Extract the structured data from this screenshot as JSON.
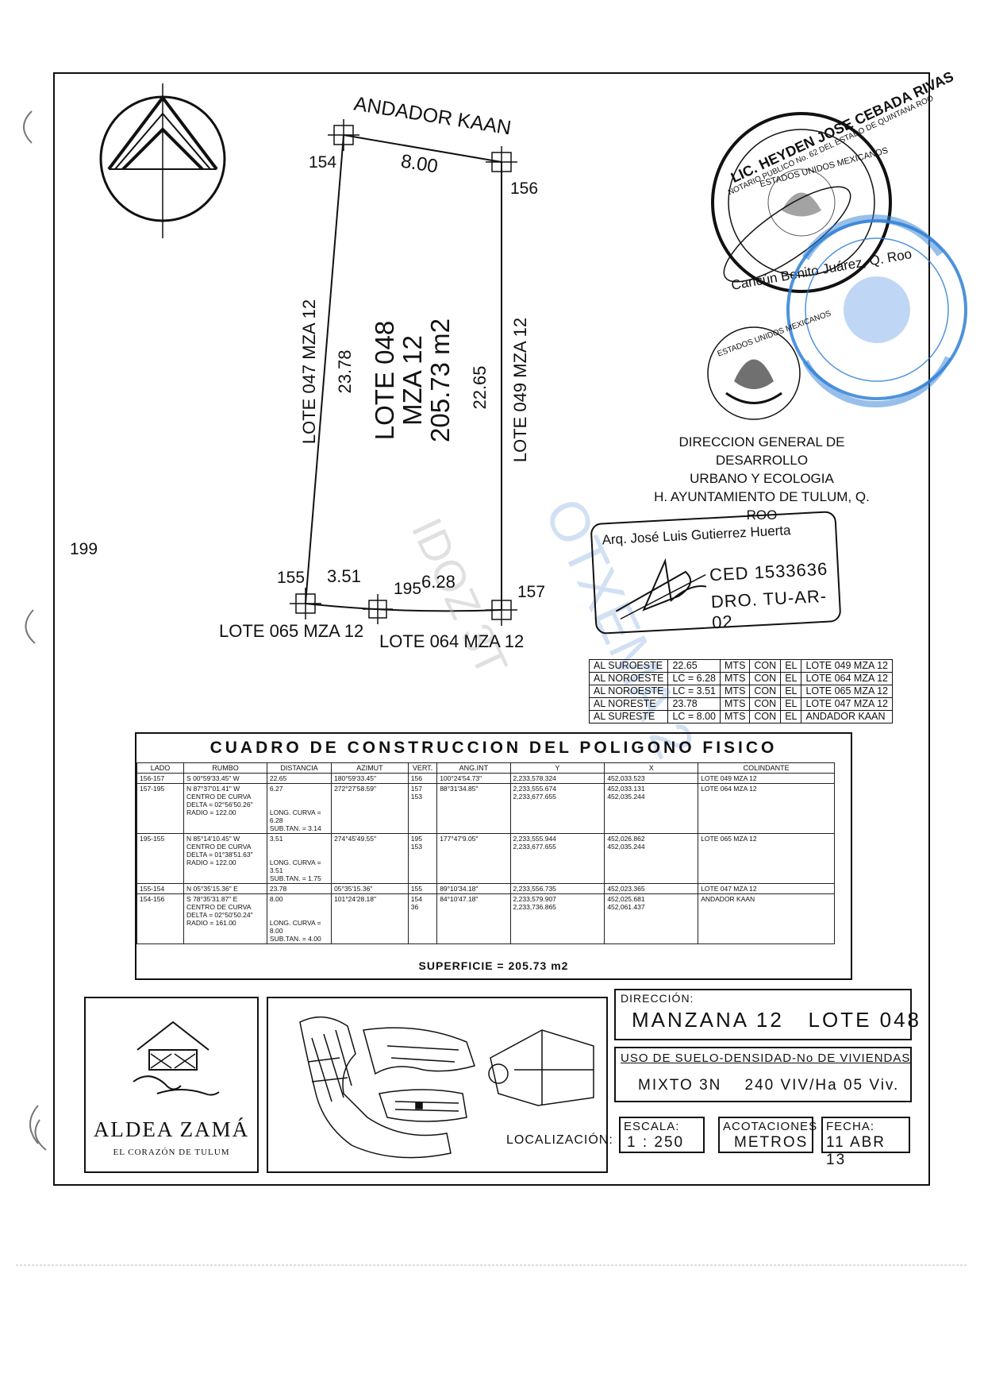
{
  "page_number": "199",
  "plan": {
    "north_road": "ANDADOR KAAN",
    "north_distance": "8.00",
    "points": {
      "p154": "154",
      "p156": "156",
      "p155": "155",
      "p157": "157",
      "p195": "195"
    },
    "west_label": "LOTE 047 MZA 12",
    "west_distance": "23.78",
    "east_label": "LOTE 049 MZA 12",
    "east_distance": "22.65",
    "south_dist_a": "3.51",
    "south_dist_b": "6.28",
    "south_lote_a": "LOTE 065 MZA 12",
    "south_lote_b": "LOTE 064 MZA 12",
    "lot_line1": "LOTE 048",
    "lot_line2": "MZA 12",
    "lot_line3": "205.73 m2"
  },
  "notary_stamp": {
    "name": "LIC. HEYDEN JOSE CEBADA RIVAS",
    "line2": "NOTARIO PUBLICO No. 62 DEL ESTADO DE QUINTANA ROO",
    "line3": "ESTADOS UNIDOS MEXICANOS",
    "city": "Cancún Benito Juárez, Q. Roo"
  },
  "municipal_stamp": {
    "arc": "ESTADOS UNIDOS MEXICANOS"
  },
  "direction": {
    "line1": "DIRECCION GENERAL DE DESARROLLO",
    "line2": "URBANO Y ECOLOGIA",
    "line3": "H. AYUNTAMIENTO DE TULUM, Q. ROO"
  },
  "architect": {
    "name": "Arq. José Luis Gutierrez Huerta",
    "ced": "CED 1533636",
    "dro": "DRO. TU-AR-02"
  },
  "boundaries": [
    [
      "AL SUROESTE",
      "22.65",
      "MTS",
      "CON",
      "EL",
      "LOTE 049 MZA 12"
    ],
    [
      "AL NOROESTE",
      "LC = 6.28",
      "MTS",
      "CON",
      "EL",
      "LOTE 064 MZA 12"
    ],
    [
      "AL NOROESTE",
      "LC = 3.51",
      "MTS",
      "CON",
      "EL",
      "LOTE 065 MZA 12"
    ],
    [
      "AL NORESTE",
      "23.78",
      "MTS",
      "CON",
      "EL",
      "LOTE 047 MZA 12"
    ],
    [
      "AL SURESTE",
      "LC = 8.00",
      "MTS",
      "CON",
      "EL",
      "ANDADOR KAAN"
    ]
  ],
  "construction_table": {
    "title": "CUADRO DE CONSTRUCCION DEL POLIGONO FISICO",
    "headers": [
      "LADO",
      "RUMBO",
      "DISTANCIA",
      "AZIMUT",
      "VERT.",
      "ANG.INT",
      "Y",
      "X",
      "COLINDANTE"
    ],
    "rows": [
      [
        "156-157",
        "S 00°59'33.45\" W",
        "22.65",
        "180°59'33.45\"",
        "156",
        "100°24'54.73\"",
        "2,233,578.324",
        "452,033.523",
        "LOTE 049 MZA 12"
      ],
      [
        "157-195",
        "N 87°37'01.41\" W\nCENTRO DE CURVA\nDELTA = 02°56'50.26\"\nRADIO = 122.00",
        "6.27\n\n\nLONG. CURVA = 6.28\nSUB.TAN. = 3.14",
        "272°27'58.59\"",
        "157\n153",
        "88°31'34.85\"",
        "2,233,555.674\n2,233,677.655",
        "452,033.131\n452,035.244",
        "LOTE 064 MZA 12"
      ],
      [
        "195-155",
        "N 85°14'10.45\" W\nCENTRO DE CURVA\nDELTA = 01°38'51.63\"\nRADIO = 122.00",
        "3.51\n\n\nLONG. CURVA = 3.51\nSUB.TAN. = 1.75",
        "274°45'49.55\"",
        "195\n153",
        "177°47'9.05\"",
        "2,233,555.944\n2,233,677.655",
        "452,026.862\n452,035.244",
        "LOTE 065 MZA 12"
      ],
      [
        "155-154",
        "N 05°35'15.36\" E",
        "23.78",
        "05°35'15.36\"",
        "155",
        "89°10'34.18\"",
        "2,233,556.735",
        "452,023.365",
        "LOTE 047 MZA 12"
      ],
      [
        "154-156",
        "S 78°35'31.87\" E\nCENTRO DE CURVA\nDELTA = 02°50'50.24\"\nRADIO = 161.00",
        "8.00\n\n\nLONG. CURVA = 8.00\nSUB.TAN. = 4.00",
        "101°24'28.18\"",
        "154\n36",
        "84°10'47.18\"",
        "2,233,579.907\n2,233,736.865",
        "452,025.681\n452,061.437",
        "ANDADOR KAAN"
      ]
    ],
    "surface": "SUPERFICIE = 205.73 m2"
  },
  "brand": {
    "name": "ALDEA ZAMÁ",
    "tagline": "EL CORAZÓN DE TULUM"
  },
  "location_label": "LOCALIZACIÓN:",
  "address": {
    "label": "DIRECCIÓN:",
    "value": "MANZANA 12   LOTE 048"
  },
  "land_use": {
    "label": "USO DE SUELO-DENSIDAD-No DE VIVIENDAS",
    "value": "MIXTO 3N    240 VIV/Ha 05 Viv."
  },
  "scale": {
    "label": "ESCALA:",
    "value": "1 : 250"
  },
  "units": {
    "label": "ACOTACIONES",
    "value": "METROS"
  },
  "date": {
    "label": "FECHA:",
    "value": "11 ABR 13"
  },
  "colors": {
    "ink": "#111111",
    "stamp_blue": "#2f7fd6",
    "watermark": "#9cbbe6"
  }
}
